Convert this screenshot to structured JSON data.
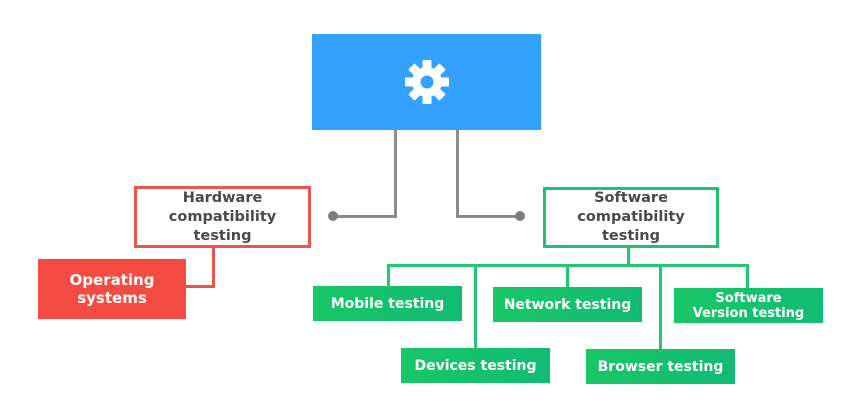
{
  "root": {
    "icon": "gear-icon"
  },
  "categories": {
    "hardware": {
      "label": "Hardware compatibility testing",
      "color": "#ef5350",
      "children": [
        {
          "label": "Operating systems"
        }
      ]
    },
    "software": {
      "label": "Software compatibility testing",
      "color": "#1fc26f",
      "children": [
        {
          "label": "Mobile testing"
        },
        {
          "label": "Devices testing"
        },
        {
          "label": "Network testing"
        },
        {
          "label": "Browser testing"
        },
        {
          "label": "Software Version testing"
        }
      ]
    }
  },
  "colors": {
    "root": "#33a1fd",
    "hardware": "#f44c42",
    "software": "#18c766",
    "connector": "#8c8c8c"
  }
}
